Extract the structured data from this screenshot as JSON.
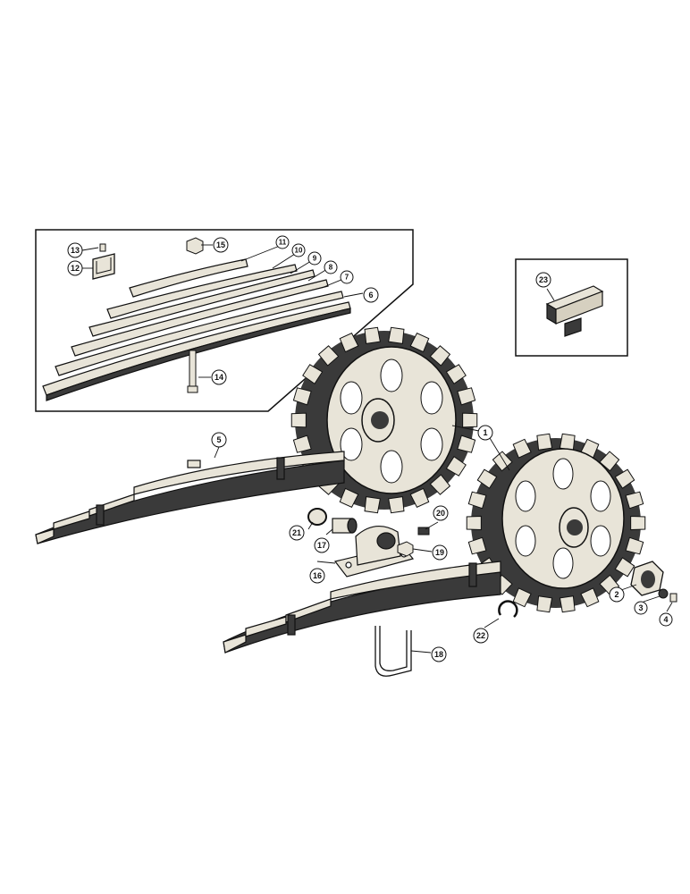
{
  "callouts": [
    {
      "id": "1",
      "label": "1"
    },
    {
      "id": "2",
      "label": "2"
    },
    {
      "id": "3",
      "label": "3"
    },
    {
      "id": "4",
      "label": "4"
    },
    {
      "id": "5",
      "label": "5"
    },
    {
      "id": "6",
      "label": "6"
    },
    {
      "id": "7",
      "label": "7"
    },
    {
      "id": "8",
      "label": "8"
    },
    {
      "id": "9",
      "label": "9"
    },
    {
      "id": "10",
      "label": "10"
    },
    {
      "id": "11",
      "label": "11"
    },
    {
      "id": "12",
      "label": "12"
    },
    {
      "id": "13",
      "label": "13"
    },
    {
      "id": "14",
      "label": "14"
    },
    {
      "id": "15",
      "label": "15"
    },
    {
      "id": "16",
      "label": "16"
    },
    {
      "id": "17",
      "label": "17"
    },
    {
      "id": "18",
      "label": "18"
    },
    {
      "id": "19",
      "label": "19"
    },
    {
      "id": "20",
      "label": "20"
    },
    {
      "id": "21",
      "label": "21"
    },
    {
      "id": "22",
      "label": "22"
    },
    {
      "id": "23",
      "label": "23"
    }
  ],
  "colors": {
    "ink": "#111111",
    "part_light": "#e8e4d8",
    "part_shade": "#3a3a3a",
    "paper": "#ffffff"
  }
}
